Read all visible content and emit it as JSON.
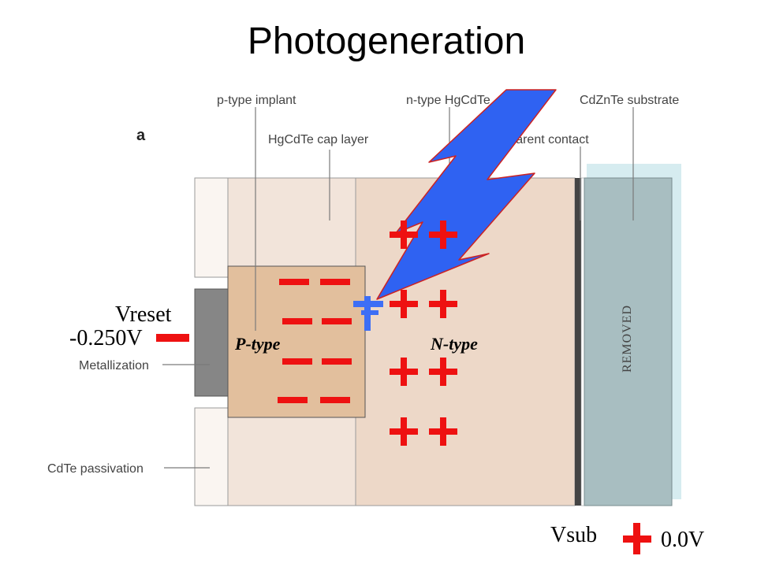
{
  "slide": {
    "title": "Photogeneration",
    "panel_letter": "a"
  },
  "callouts": {
    "p_type_implant": "p-type implant",
    "n_type_hgcdte": "n-type HgCdTe",
    "cdznte_substrate": "CdZnTe substrate",
    "hgcdte_cap_layer": "HgCdTe cap layer",
    "transparent_contact": "Transparent contact",
    "metallization": "Metallization",
    "cdte_passivation": "CdTe passivation"
  },
  "regions": {
    "p_type": "P-type",
    "n_type": "N-type",
    "removed": "REMOVED"
  },
  "voltages": {
    "vreset_label": "Vreset",
    "vreset_value": "-0.250V",
    "vsub_label": "Vsub",
    "vsub_value": "0.0V"
  },
  "colors": {
    "charge_red": "#ee1111",
    "hole_blue": "#3d6ef5",
    "photon_blue": "#2f62f2",
    "photon_outline": "#cc2222",
    "removed_highlight": "#d6ecf0",
    "substrate": "#a8bec1",
    "n_type": "#edd8c8",
    "cap_layer": "#f2e4da",
    "p_implant": "#e2bf9d",
    "metal": "#868686",
    "contact": "#444444",
    "passivation": "#faf5f1"
  },
  "icons": {
    "photon": "lightning-bolt-icon",
    "electron": "minus-sign",
    "hole": "plus-sign"
  }
}
